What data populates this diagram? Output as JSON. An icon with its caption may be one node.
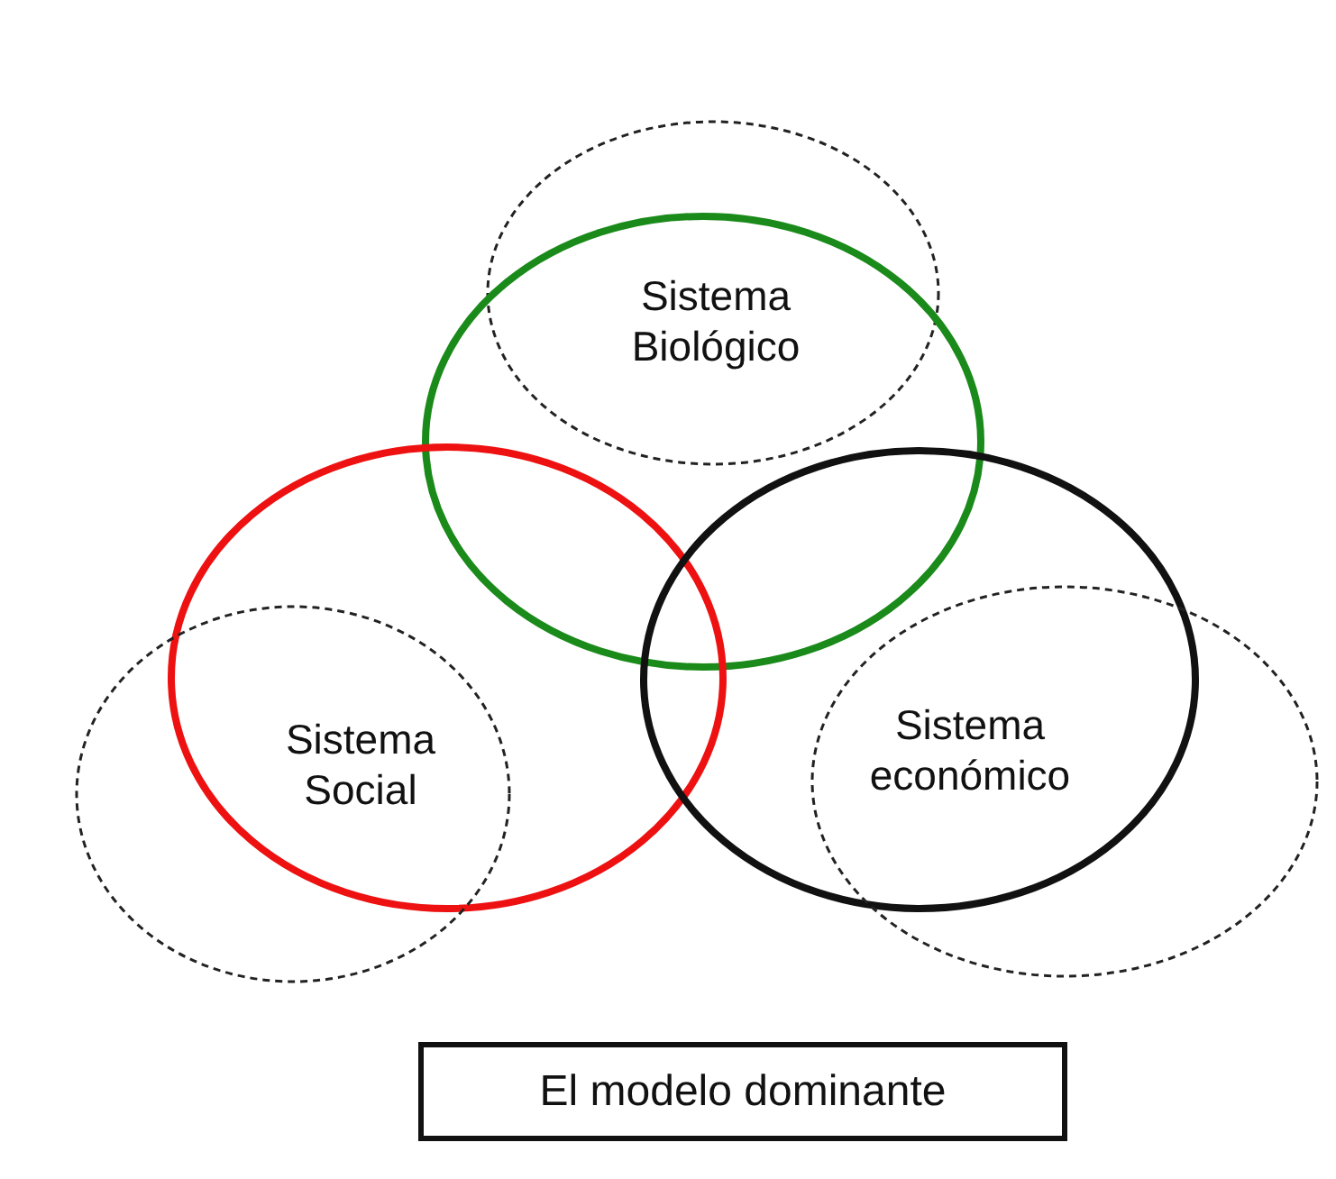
{
  "diagram": {
    "nodes": [
      {
        "text": [
          "Sistema Biológico"
        ]
      },
      {
        "text": [],
        "shape": "circle"
      },
      {
        "text": [],
        "shape": "circle"
      },
      {
        "text": [],
        "shape": "circle"
      },
      {
        "text": [
          "Sistema Social"
        ]
      },
      {
        "text": [
          "Sistema económico"
        ]
      },
      {
        "text": [
          "El modelo dominante"
        ]
      }
    ]
  }
}
